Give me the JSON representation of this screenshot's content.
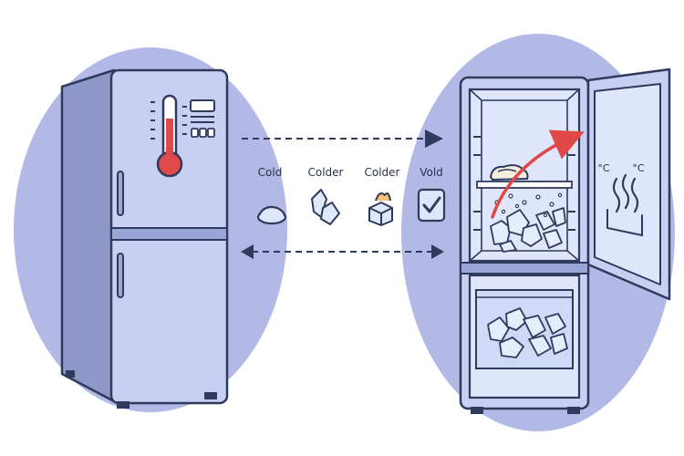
{
  "labels": {
    "stage1": "Cold",
    "stage2": "Colder",
    "stage3": "Colder",
    "stage4": "Vold",
    "door_unit_left": "°C",
    "door_unit_right": "°C"
  },
  "colors": {
    "background_circle": "#b3b9e6",
    "fridge_body": "#c7d0f3",
    "outline": "#2f3a5c",
    "thermometer_red": "#e04a4a",
    "arrow_red": "#e04848",
    "ice": "#dfe9fb",
    "text": "#2b3147"
  },
  "icons": {
    "thermometer": "thermometer-icon",
    "check": "checkmark-icon",
    "heat": "heat-waves-icon"
  }
}
